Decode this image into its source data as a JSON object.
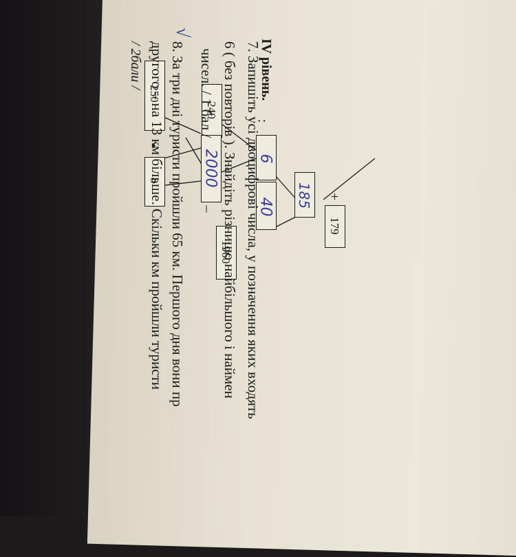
{
  "diagram": {
    "top_boxes": [
      "250",
      "8",
      "240",
      "1960",
      "179"
    ],
    "handwritten": [
      "2000",
      "40",
      "6",
      "185"
    ],
    "operators": [
      "•",
      "–",
      ":",
      "+"
    ]
  },
  "text": {
    "level_heading": "IV рівень.",
    "task7_line1": "7.  Запишіть усі двоцифрові числа, у позначення яких входять",
    "task7_line2": "6  ( без  повторів ).  Знайдіть  різницю  найбільшого  і  наймен",
    "task7_line3": "чисел.       / 1 бал /",
    "task8_check": "√",
    "task8_line1": "8.  За три дні туристи пройшли 65 км. Першого дня вони пр",
    "task8_line2": "другого – на 13 км більше. Скільки км пройшли туристи",
    "task8_line3": "/ 2бали /"
  }
}
